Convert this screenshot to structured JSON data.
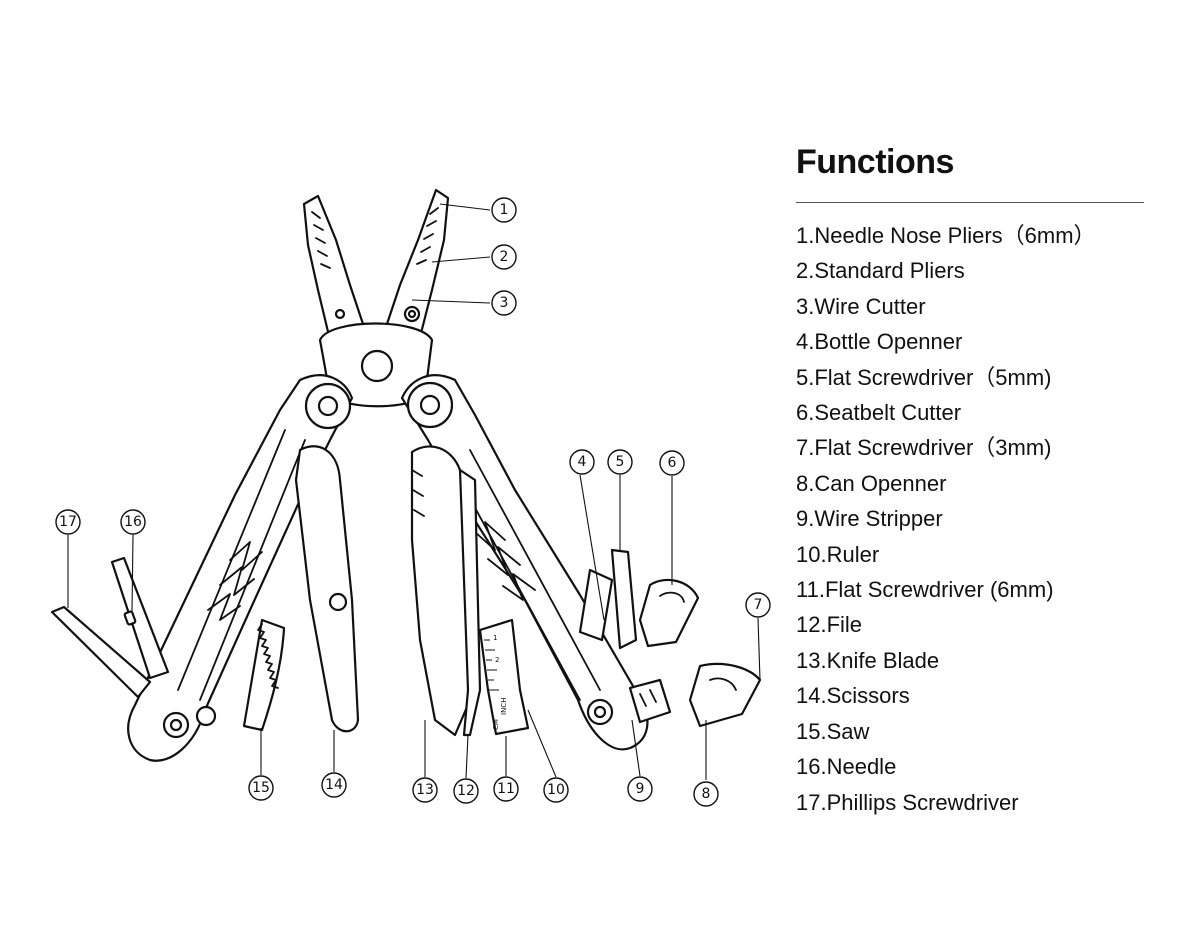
{
  "title": "Functions",
  "functions": [
    "1.Needle Nose Pliers（6mm）",
    "2.Standard Pliers",
    "3.Wire Cutter",
    "4.Bottle Openner",
    "5.Flat Screwdriver（5mm)",
    "6.Seatbelt Cutter",
    "7.Flat Screwdriver（3mm)",
    "8.Can Openner",
    "9.Wire Stripper",
    "10.Ruler",
    "11.Flat Screwdriver (6mm)",
    "12.File",
    "13.Knife Blade",
    "14.Scissors",
    "15.Saw",
    "16.Needle",
    "17.Phillips Screwdriver"
  ],
  "callouts": [
    "1",
    "2",
    "3",
    "4",
    "5",
    "6",
    "7",
    "8",
    "9",
    "10",
    "11",
    "12",
    "13",
    "14",
    "15",
    "16",
    "17"
  ],
  "ruler": {
    "inch_label": "INCH",
    "cm_label": "CM",
    "ticks": [
      "1",
      "2"
    ]
  },
  "colors": {
    "line": "#111111",
    "background": "#ffffff",
    "rule": "#555555"
  }
}
